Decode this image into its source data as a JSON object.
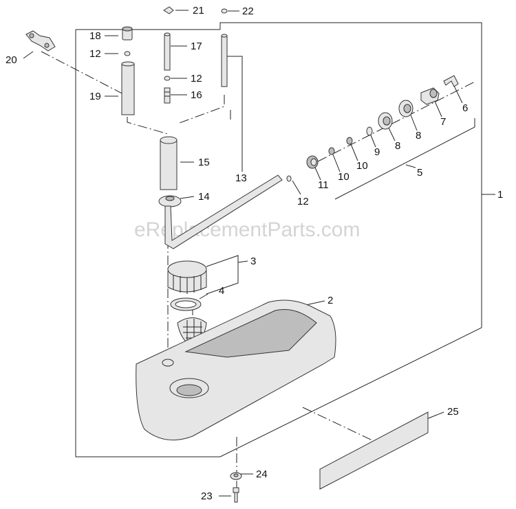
{
  "watermark": "eReplacementParts.com",
  "callouts": {
    "c1": "1",
    "c2": "2",
    "c3": "3",
    "c4": "4",
    "c5": "5",
    "c6": "6",
    "c7": "7",
    "c8a": "8",
    "c8b": "8",
    "c9": "9",
    "c10a": "10",
    "c10b": "10",
    "c11": "11",
    "c12a": "12",
    "c12b": "12",
    "c12c": "12",
    "c13": "13",
    "c14": "14",
    "c15": "15",
    "c16": "16",
    "c17": "17",
    "c18": "18",
    "c19": "19",
    "c20": "20",
    "c21": "21",
    "c22": "22",
    "c23": "23",
    "c24": "24",
    "c25": "25"
  },
  "colors": {
    "line": "#222222",
    "part_fill": "#e6e6e6",
    "part_dark": "#bdbdbd",
    "watermark": "#d4d4d4"
  }
}
